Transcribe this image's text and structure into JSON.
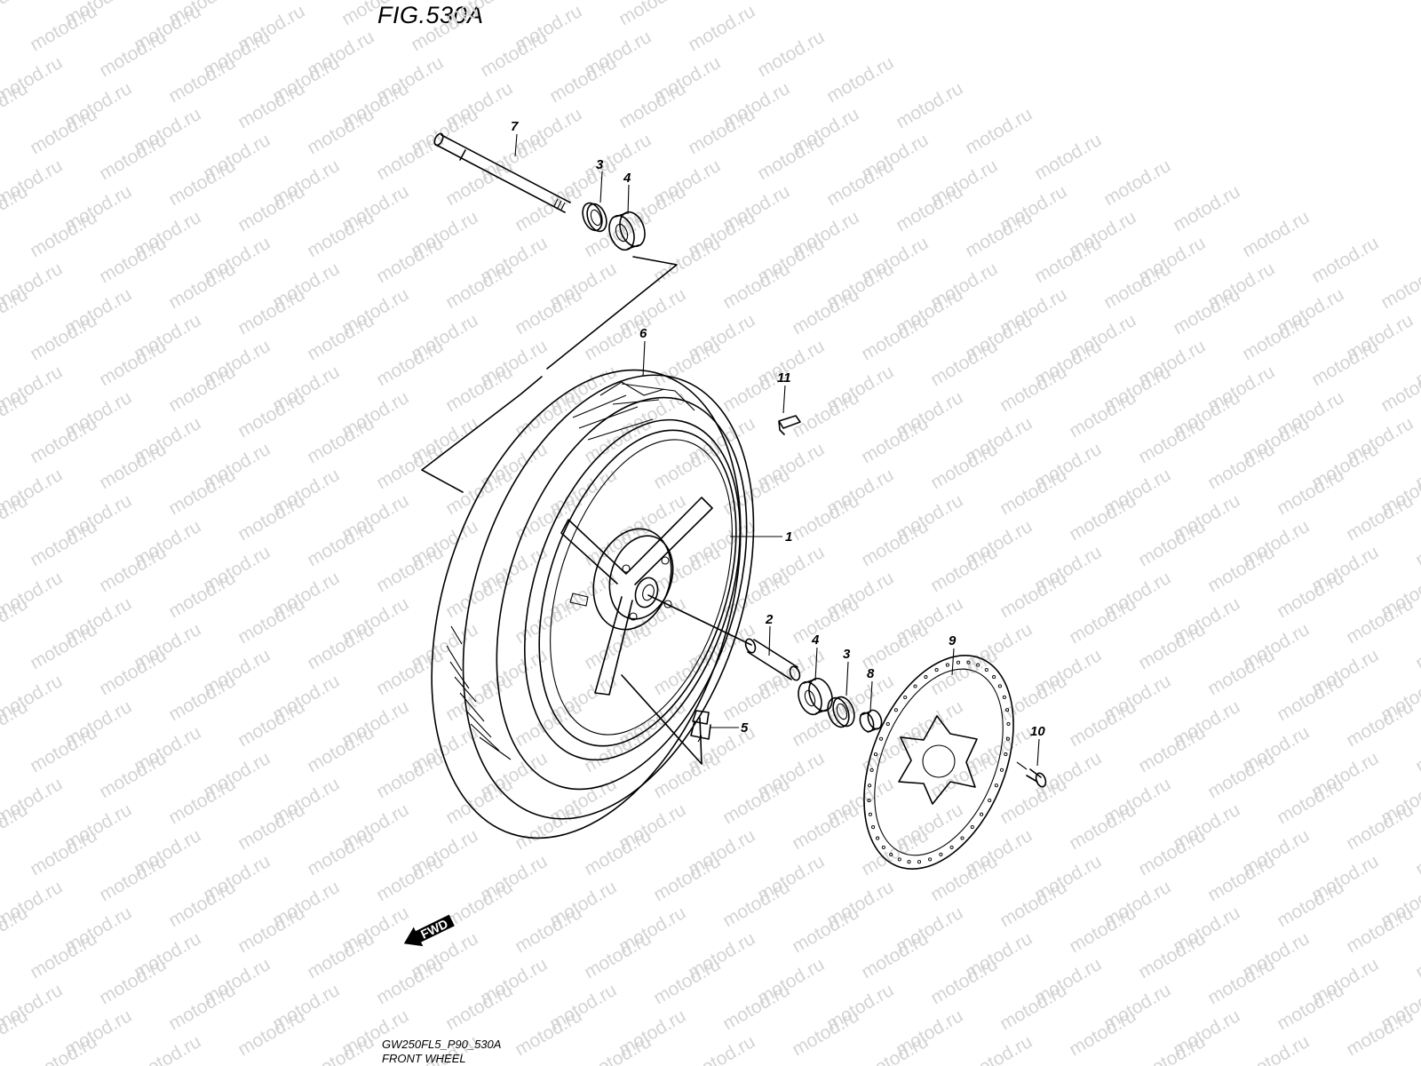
{
  "figure": {
    "title": "FIG.530A",
    "model_code": "GW250FL5_P90_530A",
    "section_name": "FRONT WHEEL",
    "watermark_text": "motod.ru",
    "direction_label": "FWD"
  },
  "parts": [
    {
      "ref": "1",
      "component": "wheel-rim"
    },
    {
      "ref": "2",
      "component": "spacer"
    },
    {
      "ref": "3",
      "component": "oil-seal"
    },
    {
      "ref": "4",
      "component": "bearing"
    },
    {
      "ref": "5",
      "component": "valve"
    },
    {
      "ref": "6",
      "component": "tire"
    },
    {
      "ref": "7",
      "component": "axle"
    },
    {
      "ref": "8",
      "component": "collar"
    },
    {
      "ref": "9",
      "component": "brake-disc"
    },
    {
      "ref": "10",
      "component": "disc-bolt"
    },
    {
      "ref": "11",
      "component": "balancer-weight"
    }
  ],
  "callouts": [
    {
      "part": "7",
      "text": "7"
    },
    {
      "part": "3",
      "text": "3"
    },
    {
      "part": "4",
      "text": "4"
    },
    {
      "part": "6",
      "text": "6"
    },
    {
      "part": "11",
      "text": "11"
    },
    {
      "part": "1",
      "text": "1"
    },
    {
      "part": "2",
      "text": "2"
    },
    {
      "part": "4",
      "text": "4"
    },
    {
      "part": "3",
      "text": "3"
    },
    {
      "part": "8",
      "text": "8"
    },
    {
      "part": "9",
      "text": "9"
    },
    {
      "part": "10",
      "text": "10"
    },
    {
      "part": "5",
      "text": "5"
    }
  ]
}
